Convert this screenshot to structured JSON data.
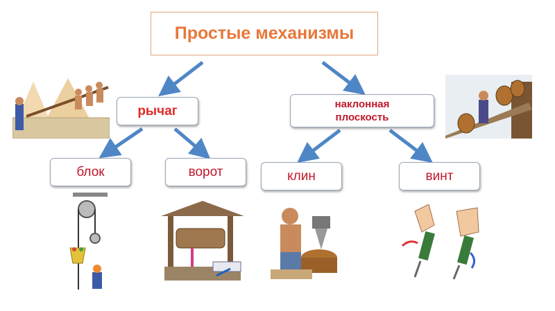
{
  "title": "Простые механизмы",
  "nodes": {
    "lever": "рычаг",
    "inclined_plane_line1": "наклонная",
    "inclined_plane_line2": "плоскость",
    "block": "блок",
    "gate": "ворот",
    "wedge": "клин",
    "screw": "винт"
  },
  "colors": {
    "arrow": "#4f86c6",
    "title_text": "#e8773a",
    "node_text": "#c0182b"
  },
  "icons": [
    "pyramid-lever-illustration",
    "barrel-ramp-illustration",
    "pulley-illustration",
    "well-windlass-illustration",
    "wedge-splitting-illustration",
    "screwdriver-illustration"
  ]
}
